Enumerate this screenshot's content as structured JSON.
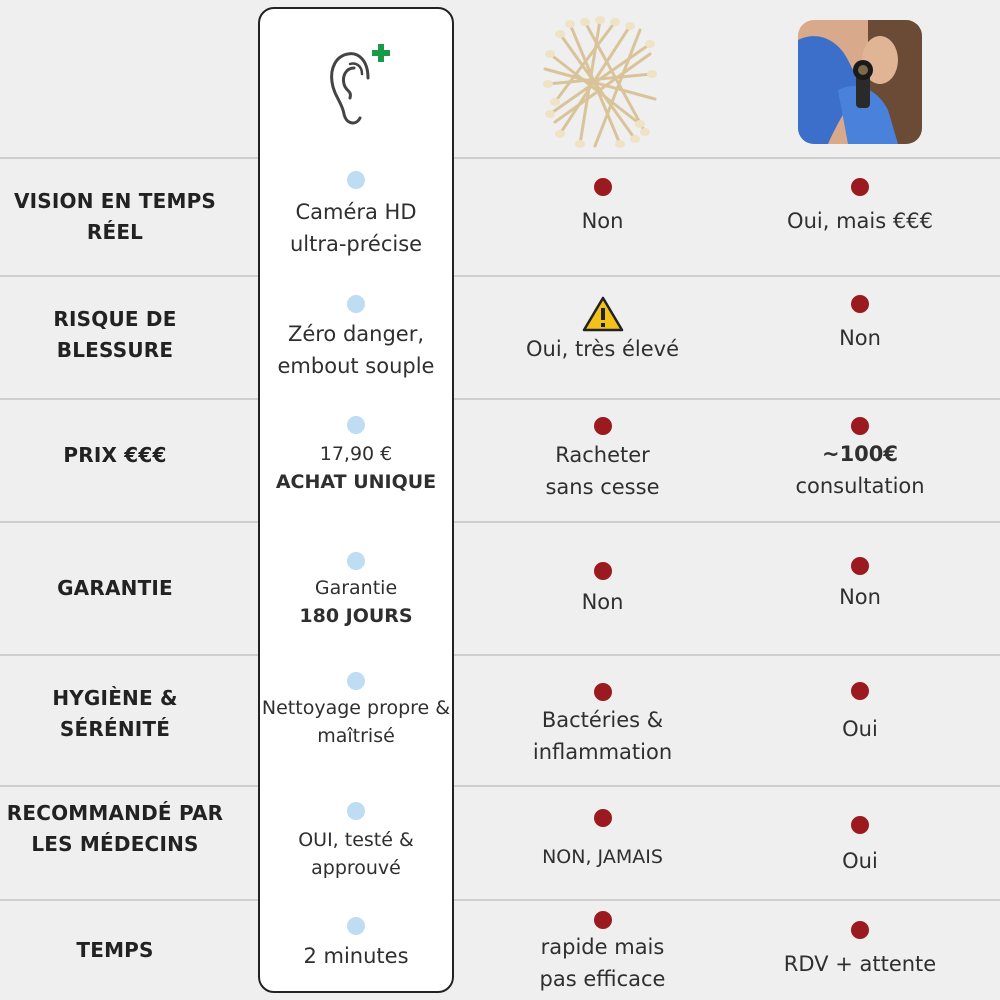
{
  "header": {
    "product_icon": "ear-plus-icon",
    "swabs_image": "cotton-swabs-photo",
    "doctor_image": "otoscope-doctor-photo",
    "colors": {
      "accent_red": "#9a1a1f",
      "accent_blue": "#bedcf2",
      "plus_green": "#1a9a48"
    }
  },
  "rows": [
    {
      "label": "VISION EN TEMPS RÉEL",
      "product": "Caméra HD ultra-précise",
      "swabs": "Non",
      "doctor": "Oui, mais €€€"
    },
    {
      "label": "RISQUE DE BLESSURE",
      "product": "Zéro danger, embout souple",
      "swabs": "Oui, très élevé",
      "doctor": "Non"
    },
    {
      "label": "PRIX €€€",
      "product": "17,90 €",
      "product_bold": "ACHAT UNIQUE",
      "swabs": "Racheter sans cesse",
      "doctor_bold": "~100€",
      "doctor": "consultation"
    },
    {
      "label": "GARANTIE",
      "product": "Garantie",
      "product_bold": "180 JOURS",
      "swabs": "Non",
      "doctor": "Non"
    },
    {
      "label": "HYGIÈNE & SÉRÉNITÉ",
      "product": "Nettoyage propre & maîtrisé",
      "swabs": "Bactéries & inflammation",
      "doctor": "Oui"
    },
    {
      "label": "RECOMMANDÉ PAR LES MÉDECINS",
      "product": "OUI, testé & approuvé",
      "swabs": "NON, JAMAIS",
      "doctor": "Oui"
    },
    {
      "label": "TEMPS",
      "product": "2 minutes",
      "swabs": "rapide mais pas efficace",
      "doctor": "RDV + attente"
    }
  ]
}
